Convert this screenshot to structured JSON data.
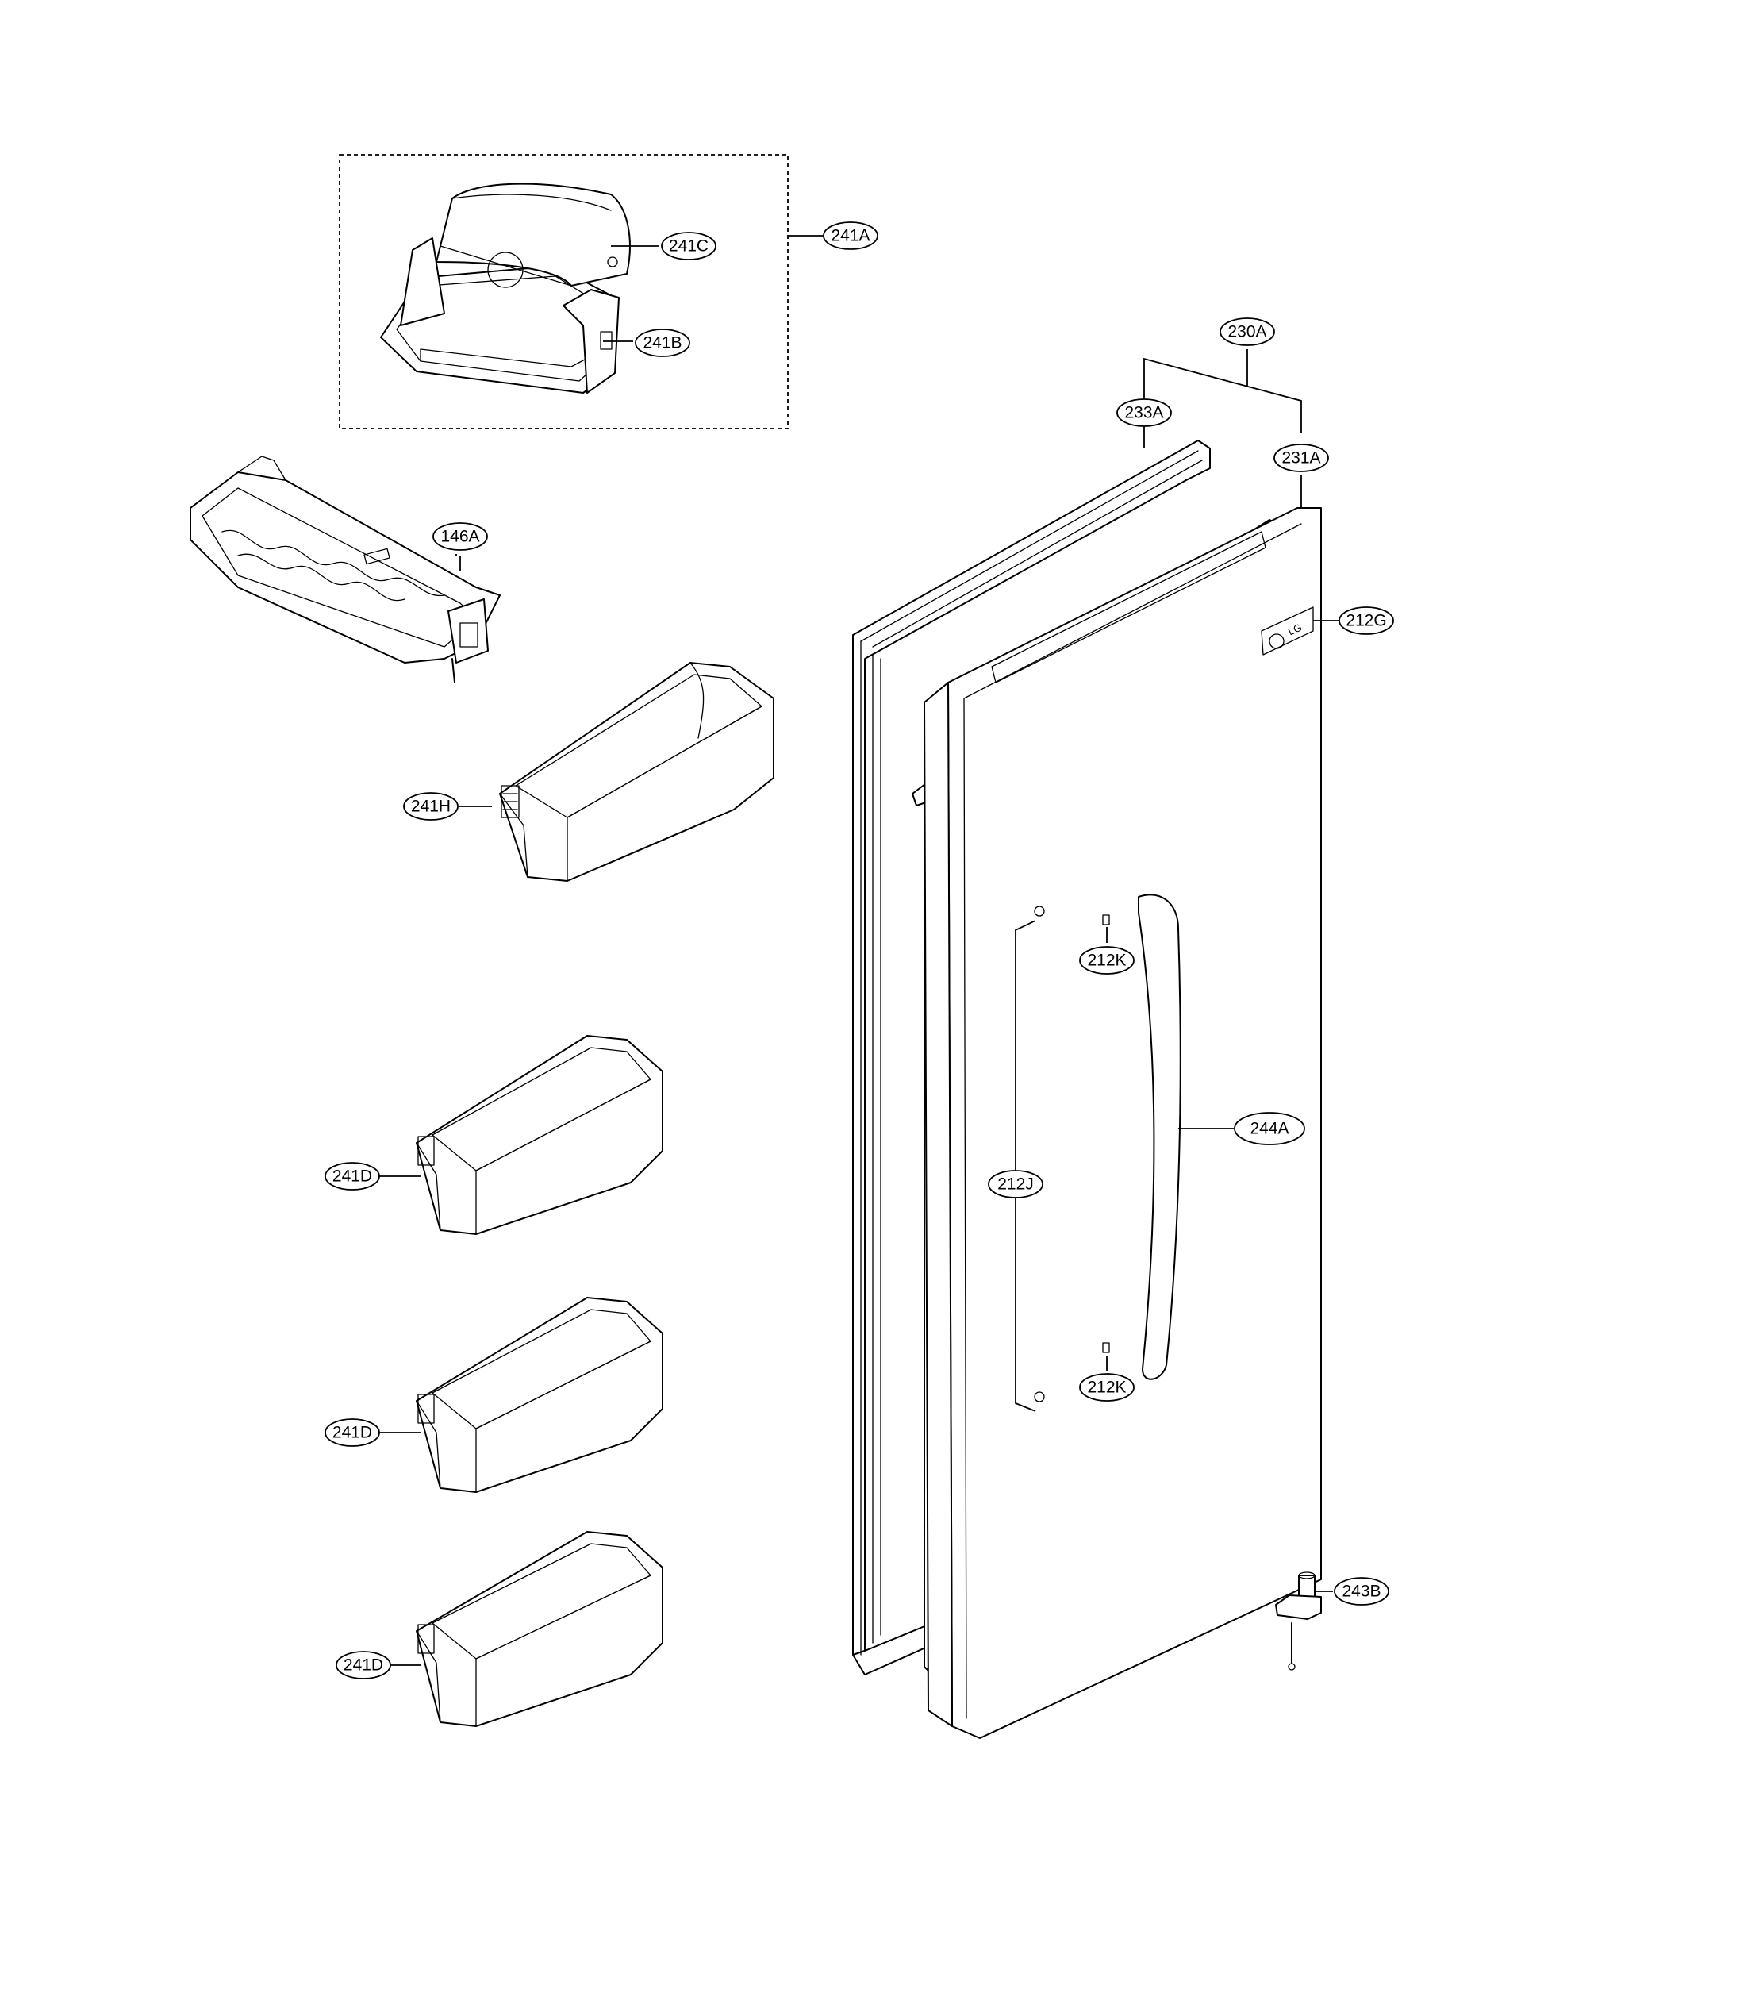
{
  "callouts": {
    "c241A": "241A",
    "c241C": "241C",
    "c241B": "241B",
    "c146A": "146A",
    "c241H": "241H",
    "c241D_1": "241D",
    "c241D_2": "241D",
    "c241D_3": "241D",
    "c230A": "230A",
    "c233A": "233A",
    "c231A": "231A",
    "c212G": "212G",
    "c212K_top": "212K",
    "c212K_bottom": "212K",
    "c212J": "212J",
    "c244A": "244A",
    "c243B": "243B"
  },
  "door_logo": "LG",
  "colors": {
    "line": "#000000",
    "background": "#ffffff"
  }
}
